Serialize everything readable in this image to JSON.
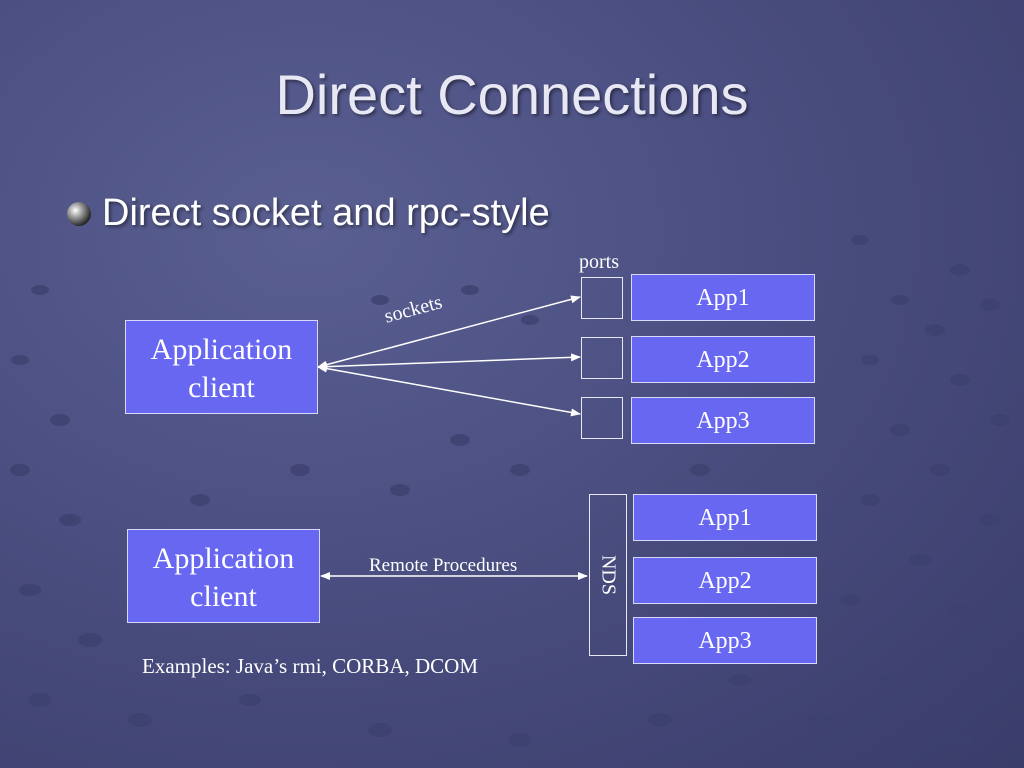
{
  "slide": {
    "title": "Direct Connections",
    "bullet": "Direct socket and rpc-style"
  },
  "diagram_top": {
    "client_line1": "Application",
    "client_line2": "client",
    "ports_label": "ports",
    "sockets_label": "sockets",
    "apps": [
      "App1",
      "App2",
      "App3"
    ]
  },
  "diagram_bottom": {
    "client_line1": "Application",
    "client_line2": "client",
    "link_label": "Remote Procedures",
    "nds_label": "NDS",
    "apps": [
      "App1",
      "App2",
      "App3"
    ],
    "examples": "Examples: Java’s rmi, CORBA, DCOM"
  },
  "colors": {
    "box_fill": "#6767f2",
    "background": "#4a4e80"
  }
}
